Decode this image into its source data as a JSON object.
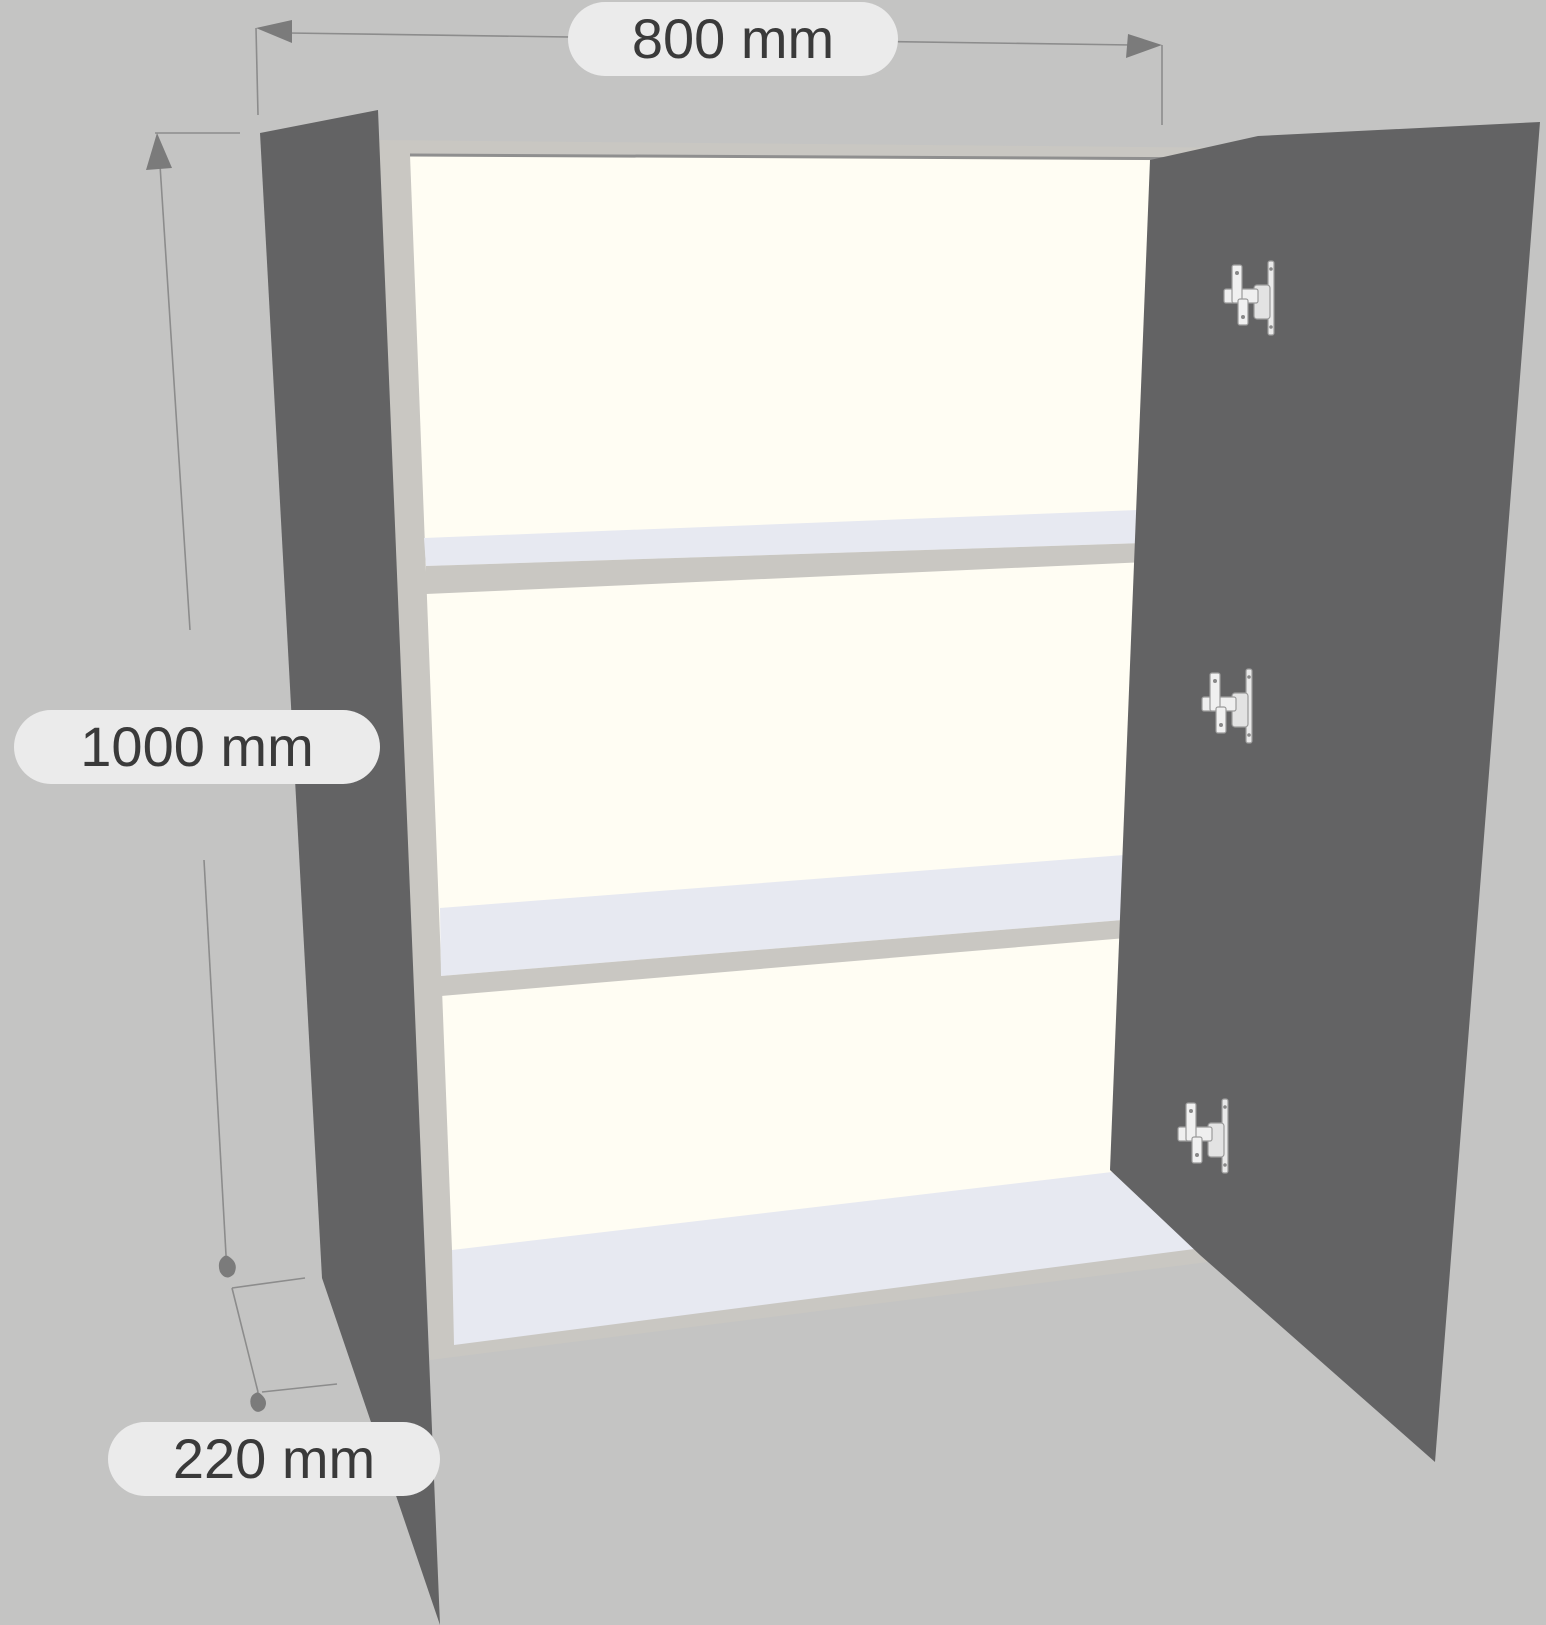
{
  "dimensions": {
    "width": "800 mm",
    "height": "1000 mm",
    "depth": "220 mm"
  },
  "colors": {
    "background": "#c4c4c3",
    "door_panel": "#636364",
    "back_panel": "#fffdf3",
    "carcass_edge": "#c9c7c2",
    "shelf_top": "#e7e9f1",
    "label_pill": "#ebebeb",
    "label_text": "#3a3a3a",
    "hinge": "#e6e6e6"
  },
  "icons": {
    "hinge": "hinge-icon"
  }
}
